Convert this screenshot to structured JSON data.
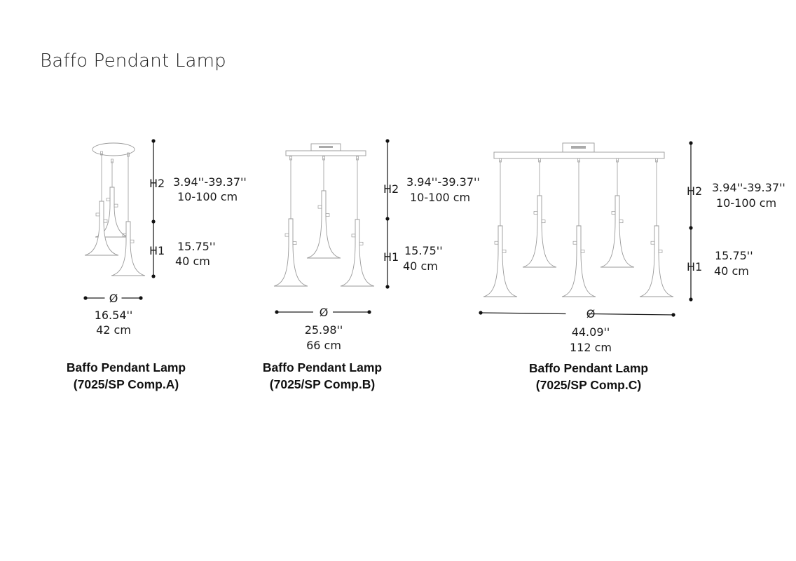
{
  "title": "Baffo Pendant Lamp",
  "variants": [
    {
      "name": "Baffo Pendant Lamp",
      "code": "(7025/SP Comp.A)",
      "h2_label": "H2",
      "h2_in": "3.94''-39.37''",
      "h2_cm": "10-100 cm",
      "h1_label": "H1",
      "h1_in": "15.75''",
      "h1_cm": "40 cm",
      "dia_symbol": "Ø",
      "dia_in": "16.54''",
      "dia_cm": "42 cm",
      "shade_count": 3
    },
    {
      "name": "Baffo Pendant Lamp",
      "code": "(7025/SP Comp.B)",
      "h2_label": "H2",
      "h2_in": "3.94''-39.37''",
      "h2_cm": "10-100 cm",
      "h1_label": "H1",
      "h1_in": "15.75''",
      "h1_cm": "40 cm",
      "dia_symbol": "Ø",
      "dia_in": "25.98''",
      "dia_cm": "66 cm",
      "shade_count": 3
    },
    {
      "name": "Baffo Pendant Lamp",
      "code": "(7025/SP Comp.C)",
      "h2_label": "H2",
      "h2_in": "3.94''-39.37''",
      "h2_cm": "10-100 cm",
      "h1_label": "H1",
      "h1_in": "15.75''",
      "h1_cm": "40 cm",
      "dia_symbol": "Ø",
      "dia_in": "44.09''",
      "dia_cm": "112 cm",
      "shade_count": 5
    }
  ]
}
